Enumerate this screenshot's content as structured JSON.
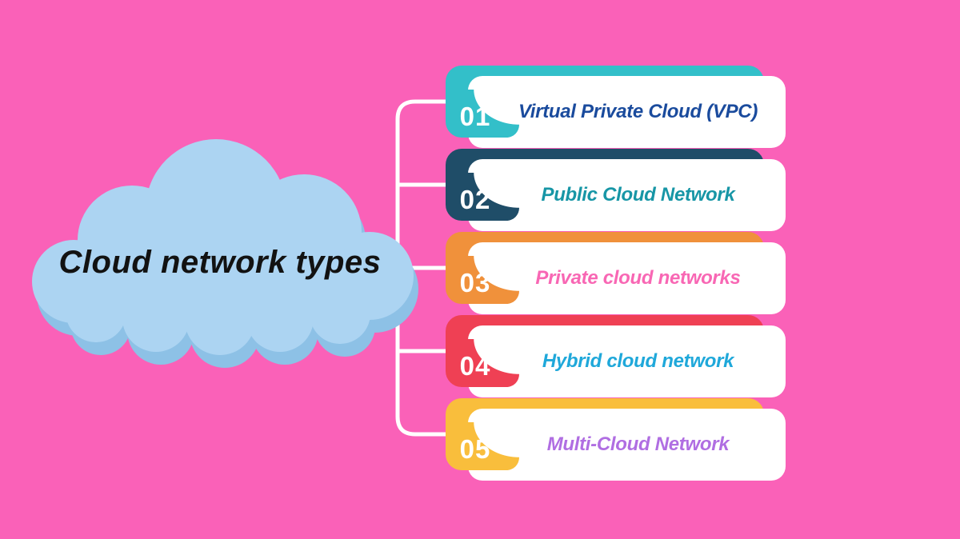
{
  "title": "Cloud network types",
  "colors": {
    "background": "#FA61B8",
    "cloud": "#ACD4F2",
    "cloud_shadow": "#8DC1E6",
    "connector": "#FFFFFF",
    "card": "#FFFFFF",
    "title_text": "#121212"
  },
  "items": [
    {
      "number": "01",
      "label": "Virtual Private Cloud (VPC)",
      "colors": {
        "tab": "#33BFC9",
        "label": "#1A4B9D"
      }
    },
    {
      "number": "02",
      "label": "Public Cloud Network",
      "colors": {
        "tab": "#1F4D68",
        "label": "#1796A6"
      }
    },
    {
      "number": "03",
      "label": "Private cloud networks",
      "colors": {
        "tab": "#F0913B",
        "label": "#F867B4"
      }
    },
    {
      "number": "04",
      "label": "Hybrid cloud network",
      "colors": {
        "tab": "#EF4054",
        "label": "#1FA8DA"
      }
    },
    {
      "number": "05",
      "label": "Multi-Cloud Network",
      "colors": {
        "tab": "#F9BE3C",
        "label": "#B06EE2"
      }
    }
  ]
}
